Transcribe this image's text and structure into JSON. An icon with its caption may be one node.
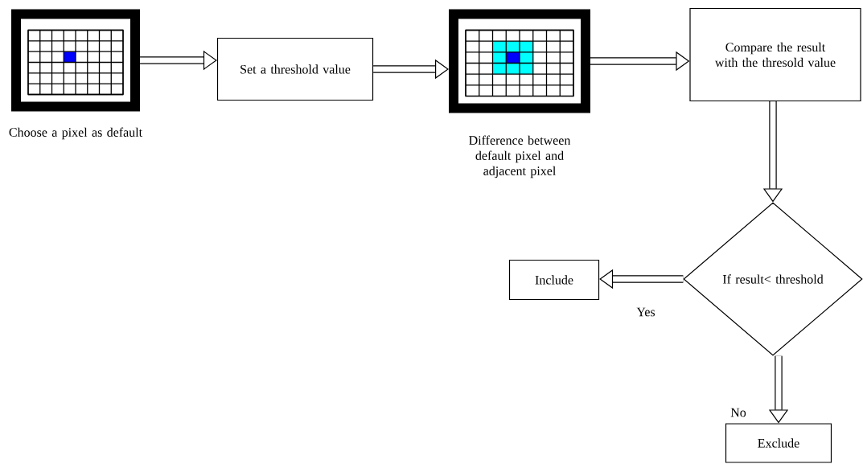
{
  "diagram": {
    "nodes": [
      {
        "text": [],
        "shape": "picture",
        "beside": [
          "Choose a pixel as default"
        ]
      },
      {
        "text": [
          "Set a threshold value"
        ]
      },
      {
        "text": [],
        "shape": "picture",
        "beside": [
          "Difference between default pixel and adjacent pixel"
        ]
      },
      {
        "text": [
          "Compare the result with the thresold value"
        ]
      },
      {
        "text": [
          "If result< threshold"
        ]
      },
      {
        "text": [
          "Include"
        ]
      },
      {
        "text": [
          "Exclude"
        ]
      }
    ],
    "edges": [
      {
        "from": 0,
        "to": 1,
        "arrow": "to"
      },
      {
        "from": 1,
        "to": 2,
        "arrow": "to"
      },
      {
        "from": 2,
        "to": 3,
        "arrow": "to"
      },
      {
        "from": 3,
        "to": 4,
        "arrow": "to"
      },
      {
        "from": 4,
        "to": 5,
        "arrow": "to",
        "label": "Yes"
      },
      {
        "from": 4,
        "to": 6,
        "arrow": "to",
        "label": "No"
      }
    ]
  }
}
